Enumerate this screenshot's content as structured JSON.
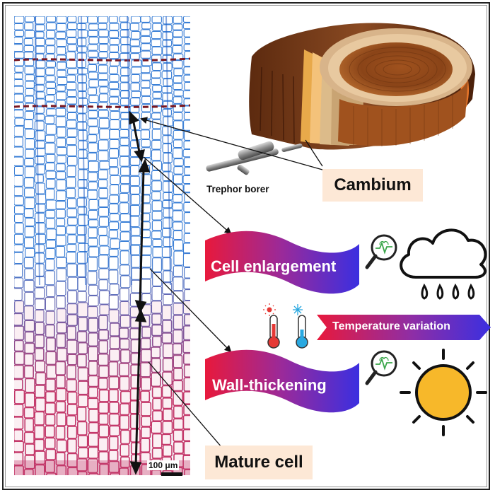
{
  "labels": {
    "cambium": "Cambium",
    "trephor": "Trephor borer",
    "cell_enlargement": "Cell enlargement",
    "temperature_variation": "Temperature variation",
    "wall_thickening": "Wall-thickening",
    "mature_cell": "Mature cell",
    "scale": "100 μm"
  },
  "colors": {
    "wave_start": "#e8193c",
    "wave_end": "#3b2fe0",
    "label_bg": "#fde8d6",
    "sun": "#f7b82a",
    "thermo_hot": "#e53935",
    "thermo_cold": "#29a8e0",
    "cell_blue": "#3a7fd6",
    "cell_pink": "#c4386a"
  },
  "icons": [
    "microscope-section",
    "tree-log",
    "trephor-borer",
    "magnifier-heartbeat-icon",
    "rain-cloud-icon",
    "hot-thermometer-icon",
    "cold-thermometer-icon",
    "sun-icon"
  ]
}
